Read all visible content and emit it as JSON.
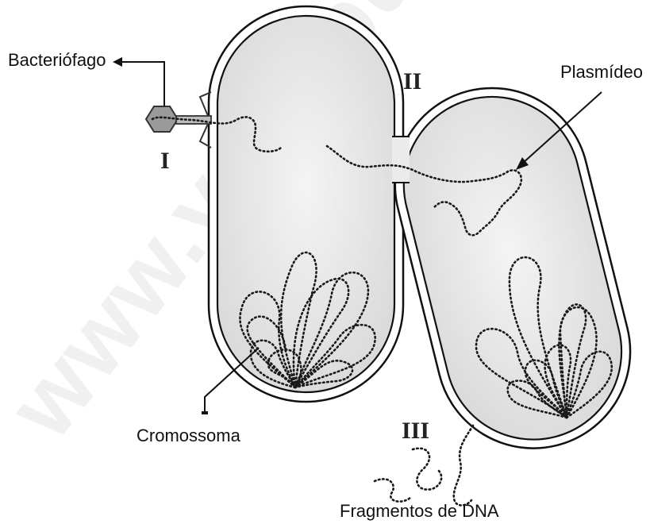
{
  "labels": {
    "bacteriophage": "Bacteriófago",
    "plasmid": "Plasmídeo",
    "chromosome": "Cromossoma",
    "dna_fragments": "Fragmentos de DNA"
  },
  "roman_markers": {
    "one": "I",
    "two": "II",
    "three": "III"
  },
  "watermark": "www.vestibu",
  "colors": {
    "cell_fill": "#e6e6e6",
    "outline": "#111111",
    "dna": "#1a1a1a"
  }
}
